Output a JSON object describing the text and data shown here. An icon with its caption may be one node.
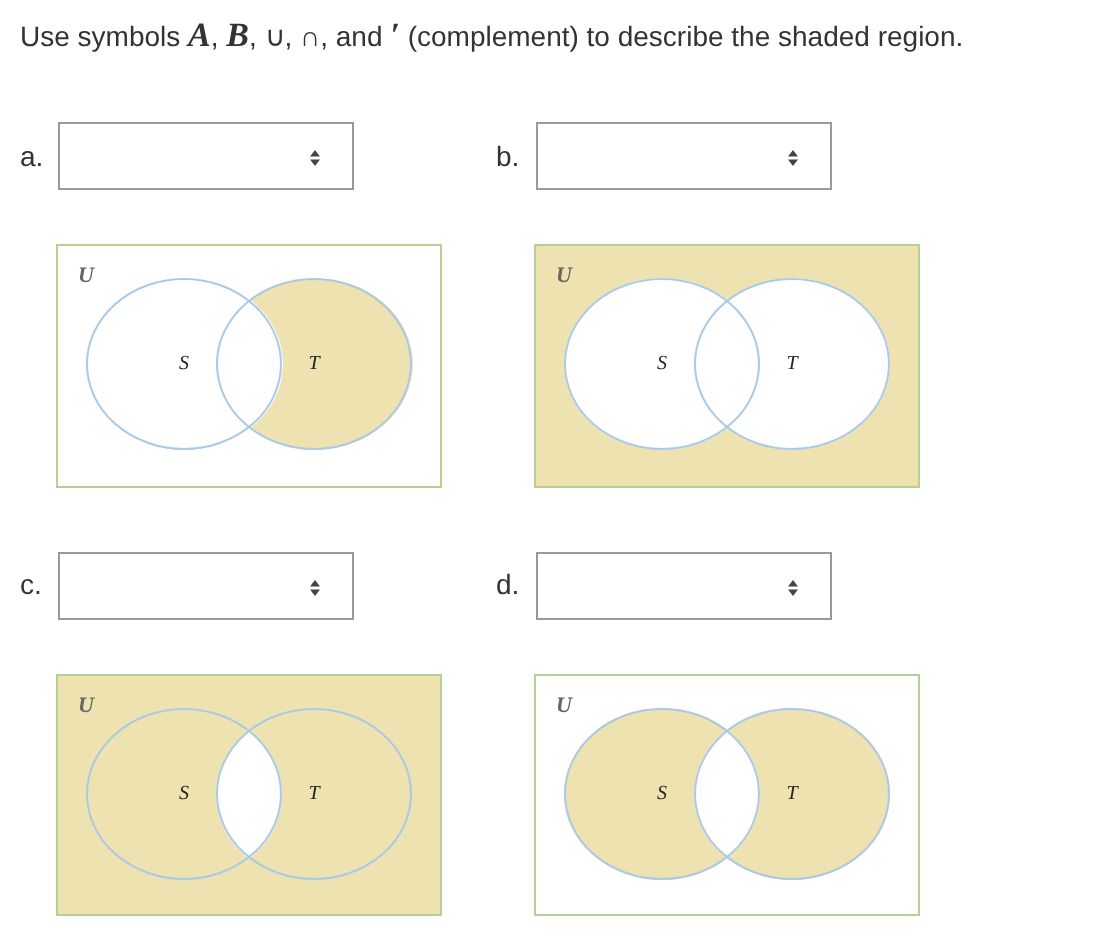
{
  "diagram": {
    "title": "Use symbols **A**, **B**, ∪, ∩, and **′** (complement) to describe the shaded region.",
    "nodes": [
      {
        "text": [
          "U"
        ]
      },
      {
        "text": [
          "S"
        ],
        "in": 0
      },
      {
        "text": [
          "T"
        ],
        "in": 0
      },
      {
        "text": [
          "U"
        ]
      },
      {
        "text": [
          "S"
        ],
        "in": 3
      },
      {
        "text": [
          "T"
        ],
        "in": 3
      },
      {
        "text": [
          "U"
        ]
      },
      {
        "text": [
          "S"
        ],
        "in": 6
      },
      {
        "text": [
          "T"
        ],
        "in": 6
      },
      {
        "text": [
          "U"
        ]
      },
      {
        "text": [
          "S"
        ],
        "in": 9
      },
      {
        "text": [
          "T"
        ],
        "in": 9
      }
    ],
    "labels": [
      "a.",
      "b.",
      "c.",
      "d."
    ]
  }
}
